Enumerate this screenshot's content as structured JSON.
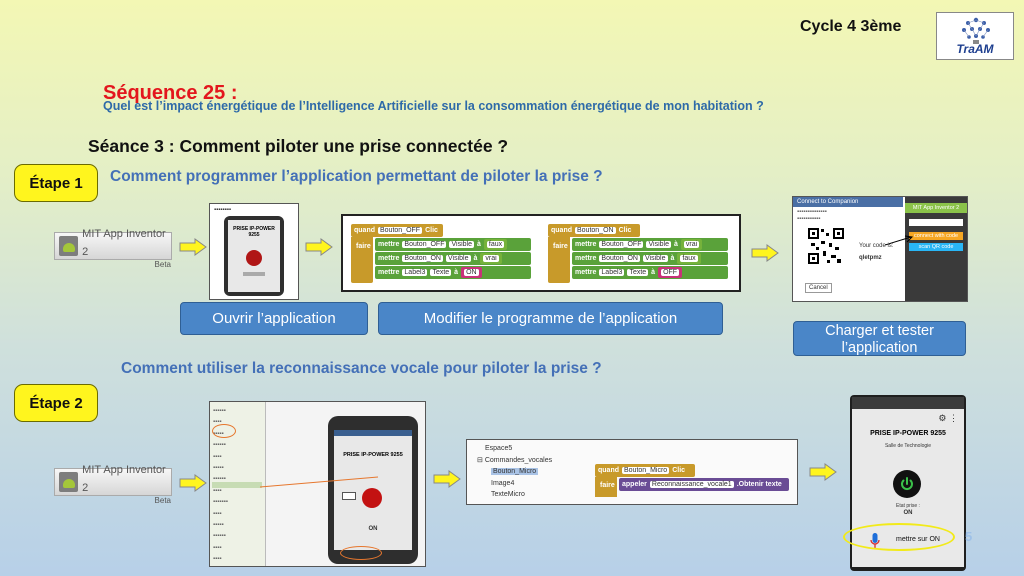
{
  "header": {
    "cycle": "Cycle 4 3ème",
    "logo_text": "TraAM",
    "sequence_title": "Séquence 25 :",
    "sequence_question": "Quel est l’impact énergétique de l’Intelligence Artificielle sur la consommation énergétique de mon habitation ?",
    "seance": "Séance 3 : Comment piloter une prise connectée ?"
  },
  "step1": {
    "badge": "Étape 1",
    "question": "Comment programmer l’application permettant de piloter la prise ?",
    "mit_label": "MIT App Inventor 2",
    "mit_beta": "Beta",
    "btn_open": "Ouvrir l’application",
    "btn_modify": "Modifier le programme de  l’application",
    "btn_load": "Charger et tester l’application",
    "phone_title": "PRISE IP-POWER 9255",
    "blocks_off": {
      "quand": "quand",
      "event": "Bouton_OFF",
      "clic": "Clic",
      "faire": "faire",
      "mettre": "mettre",
      "r1a": "Bouton_OFF",
      "r1b": "Visible",
      "r1c": "faux",
      "r2a": "Bouton_ON",
      "r2b": "Visible",
      "r2c": "vrai",
      "r3a": "Label3",
      "r3b": "Texte",
      "r3c": "ON",
      "a": "à"
    },
    "blocks_on": {
      "quand": "quand",
      "event": "Bouton_ON",
      "clic": "Clic",
      "faire": "faire",
      "mettre": "mettre",
      "r1a": "Bouton_OFF",
      "r1b": "Visible",
      "r1c": "vrai",
      "r2a": "Bouton_ON",
      "r2b": "Visible",
      "r2c": "faux",
      "r3a": "Label3",
      "r3b": "Texte",
      "r3c": "OFF",
      "a": "à"
    },
    "qr_header": "Connect to Companion",
    "qr_code_label": "Your code is:",
    "qr_code": "qletpmz",
    "qr_cancel": "Cancel",
    "companion_title": "MIT App Inventor 2",
    "companion_btn1": "connect with code",
    "companion_btn2": "scan QR code"
  },
  "step2": {
    "badge": "Étape 2",
    "question": "Comment utiliser la reconnaissance vocale pour piloter la prise ?",
    "mit_label": "MIT App Inventor 2",
    "mit_beta": "Beta",
    "tree": [
      "Espace5",
      "Commandes_vocales",
      "Bouton_Micro",
      "Image4",
      "TexteMicro"
    ],
    "voice_block": {
      "quand": "quand",
      "event": "Bouton_Micro",
      "clic": "Clic",
      "faire": "faire",
      "appeler": "appeler",
      "target": "Reconnaissance_vocale1",
      "method": ".Obtenir texte"
    },
    "phone2_title": "PRISE IP-POWER 9255",
    "phone2_subtitle": "Salle de Technologie",
    "phone2_state_label": "Etat prise :",
    "phone2_state": "ON",
    "voice_result": "mettre sur ON",
    "badge_number": "5"
  },
  "colors": {
    "accent_yellow": "#fff51e",
    "button_blue": "#4a86c8",
    "title_red": "#e3161d",
    "question_blue": "#4470b7"
  }
}
